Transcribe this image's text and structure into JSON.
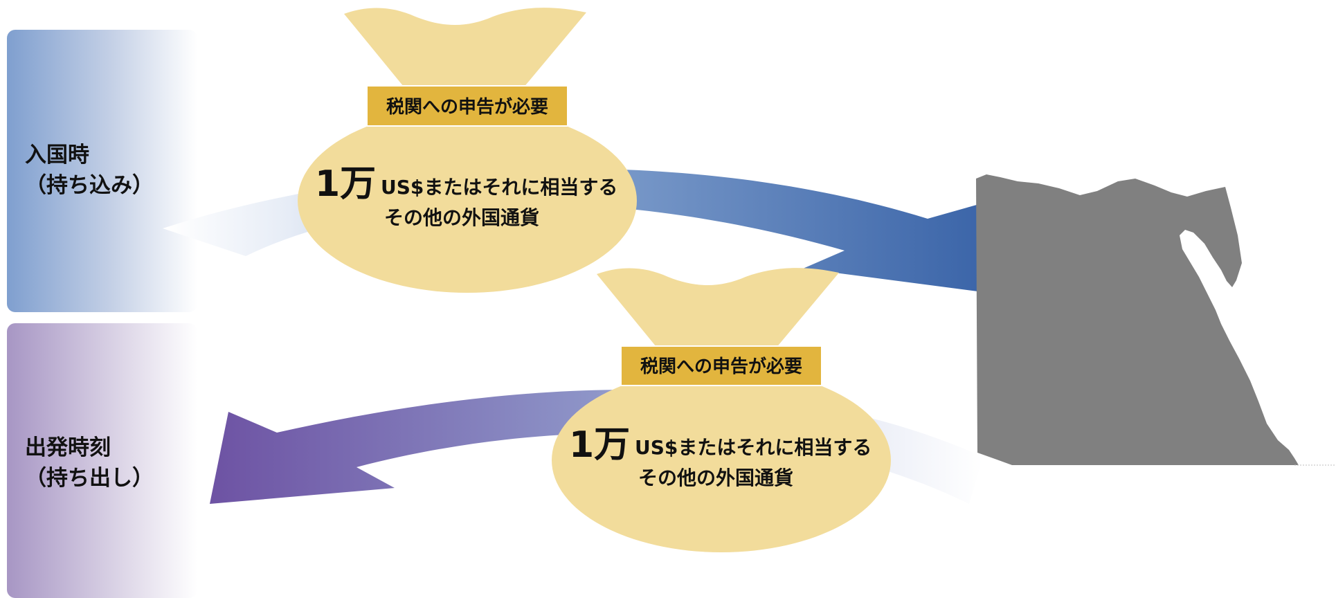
{
  "entry": {
    "label_line1": "入国時",
    "label_line2": "（持ち込み）",
    "declaration_tag": "税関への申告が必要",
    "amount_big": "1万",
    "amount_line1": "US$またはそれに相当する",
    "amount_line2": "その他の外国通貨"
  },
  "departure": {
    "label_line1": "出発時刻",
    "label_line2": "（持ち出し）",
    "declaration_tag": "税関への申告が必要",
    "amount_big": "1万",
    "amount_line1": "US$またはそれに相当する",
    "amount_line2": "その他の外国通貨"
  },
  "colors": {
    "entry_band": "#7f9fcf",
    "entry_arrow": "#3a64a8",
    "departure_band": "#a796c4",
    "departure_arrow": "#6d52a3",
    "money_bag": "#f2dc9b",
    "tag_fill": "#e2b53e",
    "country_map": "#808080"
  },
  "icons": [
    "money-bag-icon",
    "country-map-icon",
    "arrow-icon"
  ]
}
